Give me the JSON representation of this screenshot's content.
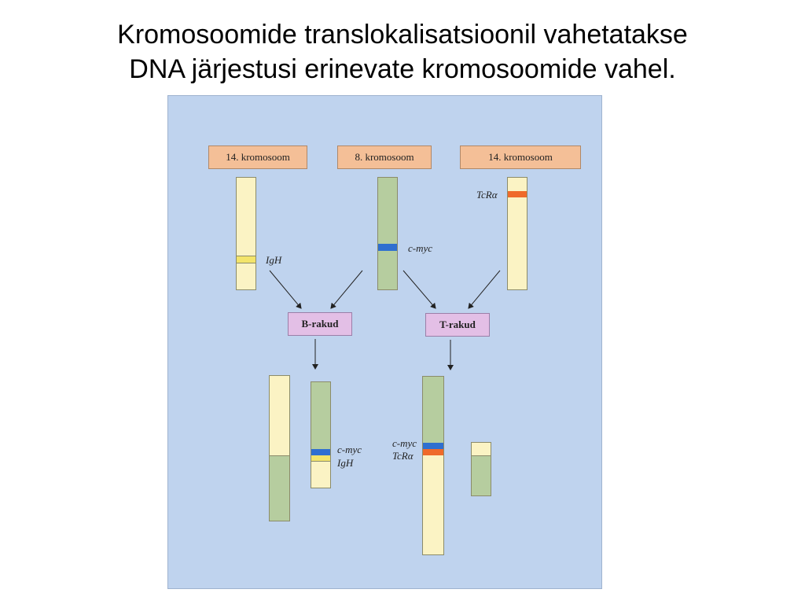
{
  "slide": {
    "title_line1": "Kromosoomide translokalisatsioonil vahetatakse",
    "title_line2": "DNA järjestusi erinevate kromosoomide vahel."
  },
  "diagram": {
    "chromosome_labels": {
      "left": "14. kromosoom",
      "middle": "8. kromosoom",
      "right": "14.  kromosoom"
    },
    "cell_types": {
      "b_cells": "B-rakud",
      "t_cells": "T-rakud"
    },
    "genes": {
      "igh": "IgH",
      "cmyc": "c-myc",
      "tcra": "TcRα"
    },
    "colors": {
      "chromosome_14": "#fbf3c4",
      "chromosome_8": "#b6cd9f",
      "igh_band": "#f3e46a",
      "cmyc_band": "#2f6fd0",
      "tcra_band": "#ef6a2a",
      "label_box": "#f4bf97",
      "cell_box": "#e3bfe6",
      "background": "#bfd3ee"
    }
  }
}
